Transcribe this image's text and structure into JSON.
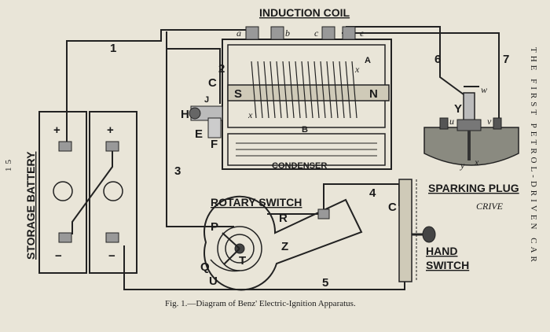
{
  "header": {
    "page_number": "15",
    "running_title": "THE FIRST PETROL-DRIVEN CAR"
  },
  "caption": "Fig. 1.—Diagram of Benz' Electric-Ignition Apparatus.",
  "components": {
    "induction_coil": "INDUCTION COIL",
    "storage_battery": "STORAGE BATTERY",
    "rotary_switch": "ROTARY SWITCH",
    "sparking_plug": "SPARKING PLUG",
    "hand_switch_line1": "HAND",
    "hand_switch_line2": "SWITCH",
    "condenser": "CONDENSER",
    "signature": "CRIVE"
  },
  "wires": {
    "w1": "1",
    "w2": "2",
    "w3": "3",
    "w4": "4",
    "w5": "5",
    "w6": "6",
    "w7": "7"
  },
  "terminals": {
    "a": "a",
    "b": "b",
    "c": "c",
    "e": "e"
  },
  "coil_labels": {
    "C": "C",
    "H": "H",
    "J": "J",
    "E": "E",
    "F": "F",
    "S": "S",
    "N": "N",
    "x": "x",
    "x2": "x",
    "B": "B",
    "A": "A"
  },
  "battery_labels": {
    "plus1": "+",
    "plus2": "+",
    "minus1": "−",
    "minus2": "−"
  },
  "rotary_labels": {
    "R": "R",
    "P": "P",
    "Q": "Q",
    "T": "T",
    "U": "U",
    "Z": "Z"
  },
  "plug_labels": {
    "Y": "Y",
    "w": "w",
    "u": "u",
    "v": "v",
    "y": "y",
    "x": "x"
  },
  "hand_switch_labels": {
    "C": "C"
  }
}
